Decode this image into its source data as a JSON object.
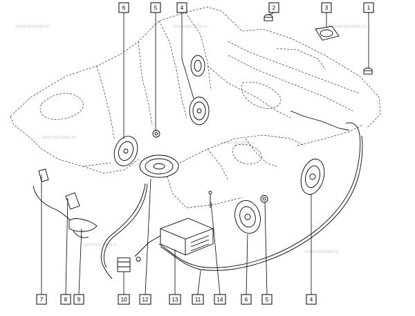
{
  "watermarks": [
    "www.epcdata.ru",
    "www.epcdata.ru",
    "www.epcdata.ru",
    "www.epcdata.ru",
    "www.epcdata.ru",
    "www.epcdata.ru",
    "www.epcdata.ru"
  ],
  "callouts_top": [
    {
      "id": "top-6",
      "label": "6"
    },
    {
      "id": "top-5",
      "label": "5"
    },
    {
      "id": "top-4",
      "label": "4"
    },
    {
      "id": "top-2",
      "label": "2"
    },
    {
      "id": "top-3",
      "label": "3"
    },
    {
      "id": "top-1",
      "label": "1"
    }
  ],
  "callouts_bottom": [
    {
      "id": "bot-7",
      "label": "7"
    },
    {
      "id": "bot-8",
      "label": "8"
    },
    {
      "id": "bot-9",
      "label": "9"
    },
    {
      "id": "bot-10",
      "label": "10"
    },
    {
      "id": "bot-12",
      "label": "12"
    },
    {
      "id": "bot-13",
      "label": "13"
    },
    {
      "id": "bot-11",
      "label": "11"
    },
    {
      "id": "bot-14",
      "label": "14"
    },
    {
      "id": "bot-6",
      "label": "6"
    },
    {
      "id": "bot-5",
      "label": "5"
    },
    {
      "id": "bot-4",
      "label": "4"
    }
  ]
}
